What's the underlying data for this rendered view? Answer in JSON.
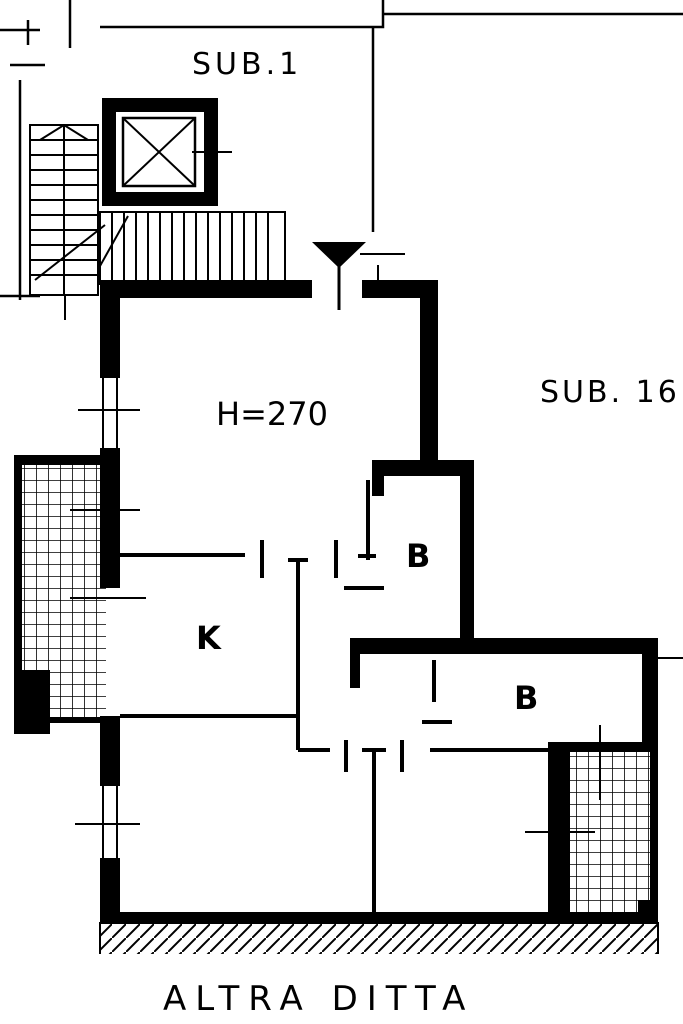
{
  "labels": {
    "sub_1": "SUB.1",
    "sub_16": "SUB. 16",
    "height": "H=270",
    "bath_1": "B",
    "bath_2": "B",
    "kitchen": "K",
    "neighbour": "ALTRA  DITTA"
  },
  "icons": {
    "elevator": "elevator-shaft-icon",
    "entrance": "entrance-arrow-icon"
  }
}
